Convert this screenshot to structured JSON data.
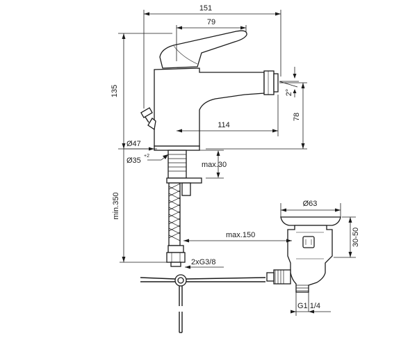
{
  "dimensions": {
    "total_length": "151",
    "lever_length": "79",
    "total_height": "135",
    "spout_reach": "114",
    "spout_height": "78",
    "tilt_angle": "2°",
    "base_diameter": "Ø47",
    "hole_diameter": "Ø35",
    "hole_tolerance": "+2",
    "max_deck_thickness": "max.30",
    "min_hose_length": "min.350",
    "connection": "2xG3/8",
    "waste_diameter": "Ø63",
    "waste_height": "30-50",
    "max_rod_length": "max.150",
    "waste_thread": "G1 1/4"
  }
}
